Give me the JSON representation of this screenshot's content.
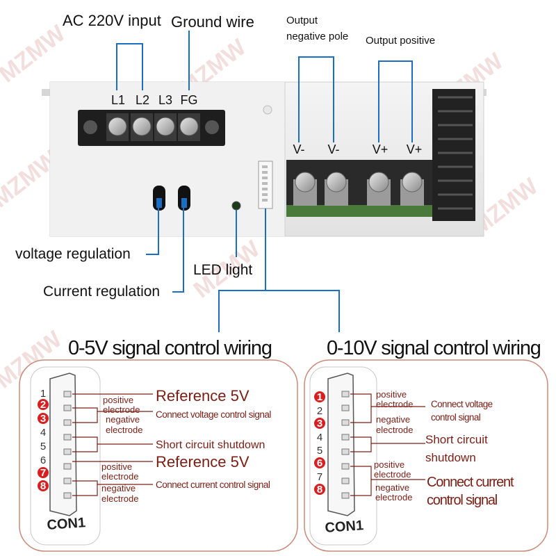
{
  "watermark": "MZMW",
  "top_labels": {
    "ac_input": "AC 220V input",
    "ground_wire": "Ground wire",
    "output_negative_line1": "Output",
    "output_negative_line2": "negative pole",
    "output_positive": "Output positive"
  },
  "terminals": {
    "l1": "L1",
    "l2": "L2",
    "l3": "L3",
    "fg": "FG",
    "vneg1": "V-",
    "vneg2": "V-",
    "vpos1": "V+",
    "vpos2": "V+"
  },
  "callouts": {
    "voltage_regulation": "voltage regulation",
    "current_regulation": "Current regulation",
    "led_light": "LED light"
  },
  "left_panel": {
    "title": "0-5V signal control wiring",
    "connector": "CON1",
    "pins": [
      "1",
      "2",
      "3",
      "4",
      "5",
      "6",
      "7",
      "8"
    ],
    "pos1": "positive",
    "elec1": "electrode",
    "neg1": "negative",
    "elec2": "electrode",
    "ref1": "Reference 5V",
    "volt_signal": "Connect voltage control signal",
    "short": "Short circuit shutdown",
    "ref2": "Reference 5V",
    "pos2": "positive",
    "elec3": "electrode",
    "neg2": "negative",
    "elec4": "electrode",
    "curr_signal": "Connect current control signal"
  },
  "right_panel": {
    "title": "0-10V signal control wiring",
    "connector": "CON1",
    "pins": [
      "1",
      "2",
      "3",
      "4",
      "5",
      "6",
      "7",
      "8"
    ],
    "pos1": "positive",
    "elec1": "electrode",
    "neg1": "negative",
    "elec2": "electrode",
    "volt_sig1": "Connect voltage",
    "volt_sig2": "control signal",
    "short1": "Short circuit",
    "short2": "shutdown",
    "pos2": "positive",
    "elec3": "electrode",
    "neg2": "negative",
    "elec4": "electrode",
    "curr_sig1": "Connect current",
    "curr_sig2": "control signal"
  },
  "colors": {
    "line_blue": "#1a6fc4",
    "text_red": "#7a1e14",
    "pin_badge": "#d81e1e",
    "panel_border": "#c98a7a"
  }
}
